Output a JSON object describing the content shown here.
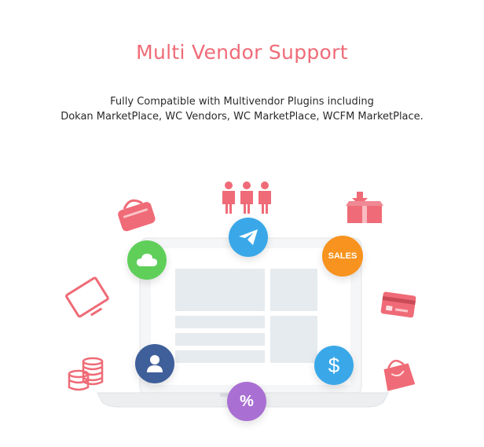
{
  "header": {
    "title": "Multi Vendor Support",
    "subtitle_line1": "Fully Compatible with Multivendor Plugins including",
    "subtitle_line2": "Dokan MarketPlace, WC Vendors, WC MarketPlace, WCFM MarketPlace."
  },
  "badges": {
    "sales": "SALES",
    "dollar": "$",
    "percent": "%"
  },
  "colors": {
    "accent": "#ef6b77",
    "green": "#5fcf5a",
    "blue": "#3aa8e8",
    "orange": "#f7931e",
    "navy": "#3e5f9a",
    "purple": "#a96fd3",
    "laptop_screen": "#e6ebef"
  }
}
